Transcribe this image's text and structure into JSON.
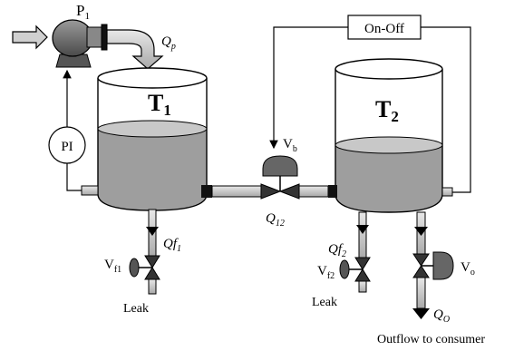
{
  "pump": {
    "label_main": "P",
    "label_sub": "1"
  },
  "flow_pump": {
    "main": "Q",
    "sub": "p"
  },
  "tank1": {
    "label_main": "T",
    "label_sub": "1"
  },
  "tank2": {
    "label_main": "T",
    "label_sub": "2"
  },
  "pressure_indicator": {
    "label": "PI"
  },
  "controller": {
    "label": "On-Off"
  },
  "valve_b": {
    "main": "V",
    "sub": "b"
  },
  "flow_12": {
    "main": "Q",
    "sub": "12"
  },
  "flow_f1": {
    "main": "Qf",
    "sub": "1"
  },
  "valve_f1": {
    "main": "V",
    "sub": "f1"
  },
  "leak1": {
    "label": "Leak"
  },
  "flow_f2": {
    "main": "Qf",
    "sub": "2"
  },
  "valve_f2": {
    "main": "V",
    "sub": "f2"
  },
  "leak2": {
    "label": "Leak"
  },
  "valve_o": {
    "main": "V",
    "sub": "o"
  },
  "flow_o": {
    "main": "Q",
    "sub": "O"
  },
  "outflow": {
    "label": "Outflow to consumer"
  },
  "colors": {
    "liquid": "#9e9e9e",
    "pipe": "#c8c8c8",
    "dark": "#555555",
    "line": "#000000"
  }
}
